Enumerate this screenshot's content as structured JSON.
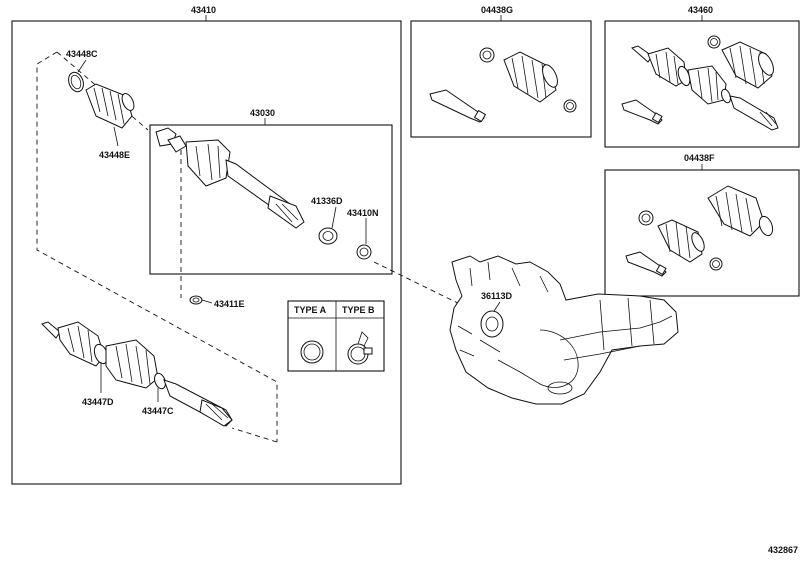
{
  "boxes": {
    "main_assembly": "43410",
    "inner_joint_assembly": "43030",
    "kit_04438g": "04438G",
    "outer_assembly": "43460",
    "kit_04438f": "04438F"
  },
  "parts": {
    "boot_clamp_c": "43448C",
    "boot_e": "43448E",
    "snap_ring_d": "41336D",
    "snap_ring_n": "43410N",
    "clip_e": "43411E",
    "outer_joint_d": "43447D",
    "clamp_c": "43447C",
    "oil_seal_d": "36113D"
  },
  "type_legend": {
    "type_a": "TYPE  A",
    "type_b": "TYPE  B"
  },
  "diagram_id": "432867"
}
